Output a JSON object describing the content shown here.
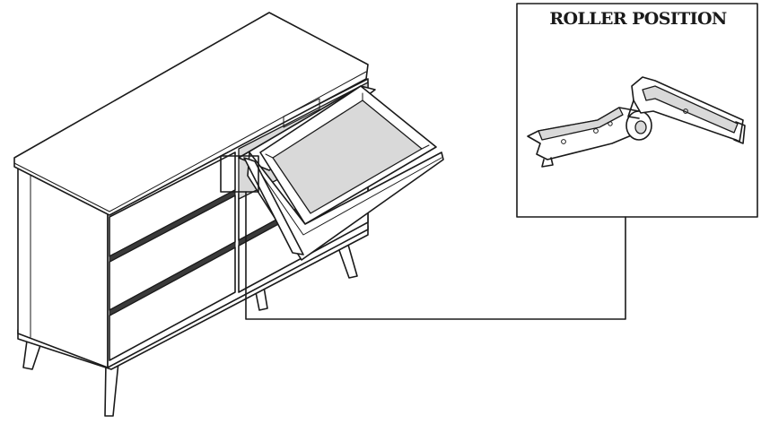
{
  "callout": {
    "title": "ROLLER POSITION"
  },
  "illustration": {
    "subject": "dresser-with-open-drawer",
    "drawer_rows": 3,
    "drawer_columns": 2,
    "open_drawer": "top-right",
    "leg_count": 4
  },
  "colors": {
    "line": "#1a1a1a",
    "background": "#ffffff",
    "shadow": "#3a3a3a"
  }
}
